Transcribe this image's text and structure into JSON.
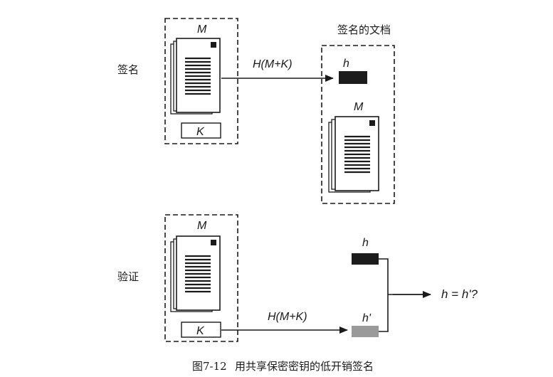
{
  "labels": {
    "sign": "签名",
    "verify": "验证",
    "signed_document": "签名的文档",
    "message": "M",
    "key": "K",
    "hash_func": "H(M+K)",
    "hash": "h",
    "hash_prime": "h'",
    "compare": "h = h'?"
  },
  "caption": {
    "figure_number": "图7-12",
    "text": "用共享保密密钥的低开销签名"
  },
  "colors": {
    "ink": "#1a1a1a",
    "hash_block": "#1c1c1c",
    "hash_prime_block": "#9a9a9a"
  }
}
